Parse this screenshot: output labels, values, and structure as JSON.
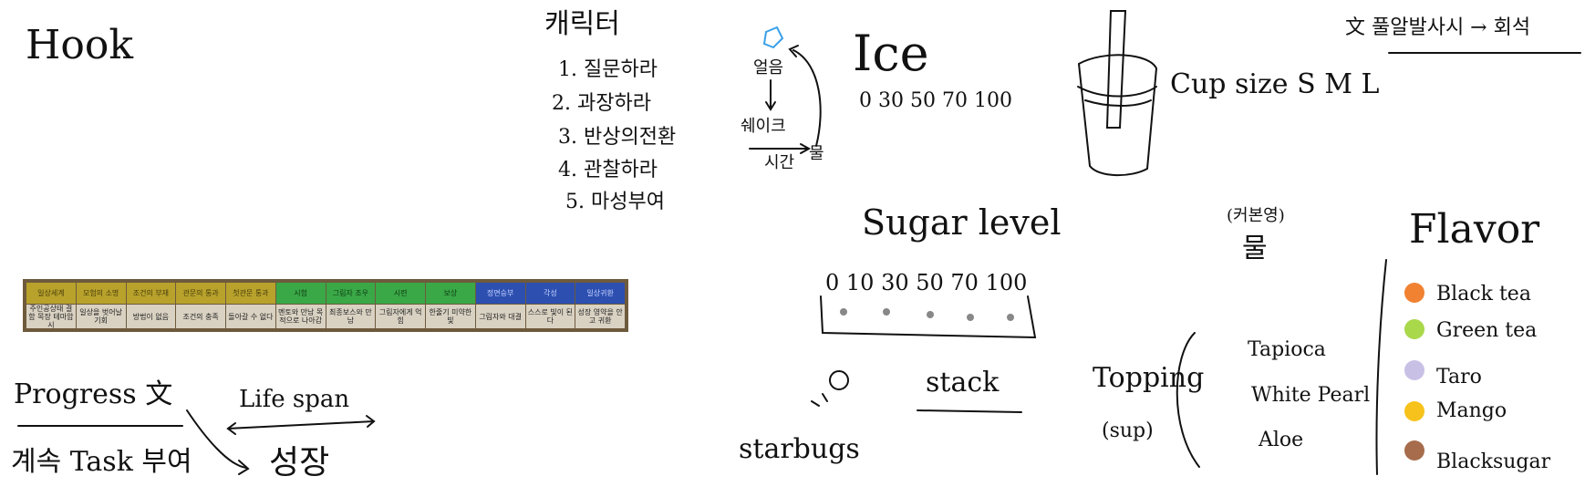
{
  "hook": "Hook",
  "character": {
    "title": "캐릭터",
    "items": [
      "1. 질문하라",
      "2. 과장하라",
      "3. 반상의전환",
      "4. 관찰하라",
      "5. 마성부여"
    ]
  },
  "ice_cycle": {
    "ice": "얼음",
    "shake": "쉐이크",
    "time": "시간",
    "water": "물"
  },
  "ice": {
    "title": "Ice",
    "levels": "0 30 50 70 100"
  },
  "cup": {
    "label": "Cup size  S M L"
  },
  "top_right": {
    "text": "文 풀알발사시 → 회석"
  },
  "sugar": {
    "title": "Sugar level",
    "levels": "0 10 30 50 70 100"
  },
  "water": {
    "note": "(커본영)",
    "label": "물"
  },
  "flavor": {
    "title": "Flavor",
    "items": [
      {
        "name": "Black tea",
        "color": "#f08232"
      },
      {
        "name": "Green tea",
        "color": "#a9d84a"
      },
      {
        "name": "Taro",
        "color": "#c9c0e6"
      },
      {
        "name": "Mango",
        "color": "#f7c21b"
      },
      {
        "name": "Blacksugar",
        "color": "#a66c4c"
      }
    ]
  },
  "topping": {
    "title": "Topping",
    "sub": "(sup)",
    "items": [
      "Tapioca",
      "White Pearl",
      "Aloe"
    ]
  },
  "stack": "stack",
  "starbugs": "starbugs",
  "progress": {
    "title": "Progress 文",
    "task": "계속 Task 부여",
    "lifespan": "Life span",
    "growth": "성장"
  },
  "table": {
    "columns": [
      {
        "head": "일상세계",
        "body": "주인공상태 결함 목장 테마암시",
        "color": "#b8a22c"
      },
      {
        "head": "모험의 소명",
        "body": "일상을 벗어날 기회",
        "color": "#b8a22c"
      },
      {
        "head": "조건의 부재",
        "body": "방법이 없음",
        "color": "#b8a22c"
      },
      {
        "head": "관문의 통과",
        "body": "조건의 충족",
        "color": "#b8a22c"
      },
      {
        "head": "첫관문 통과",
        "body": "돌아갈 수 없다",
        "color": "#b8a22c"
      },
      {
        "head": "시험",
        "body": "멘토와 만남 목적으로 나아감",
        "color": "#3aa847"
      },
      {
        "head": "그림자 조우",
        "body": "최종보스와 만남",
        "color": "#3aa847"
      },
      {
        "head": "시련",
        "body": "그림자에게 억힘",
        "color": "#3aa847"
      },
      {
        "head": "보상",
        "body": "한줄기 미약한 빛",
        "color": "#3aa847"
      },
      {
        "head": "정면승부",
        "body": "그림자와 대결",
        "color": "#2c4fb0"
      },
      {
        "head": "각성",
        "body": "스스로 빛이 된다",
        "color": "#2c4fb0"
      },
      {
        "head": "일상귀환",
        "body": "성장 영약을 안고 귀환",
        "color": "#2c4fb0"
      }
    ]
  }
}
